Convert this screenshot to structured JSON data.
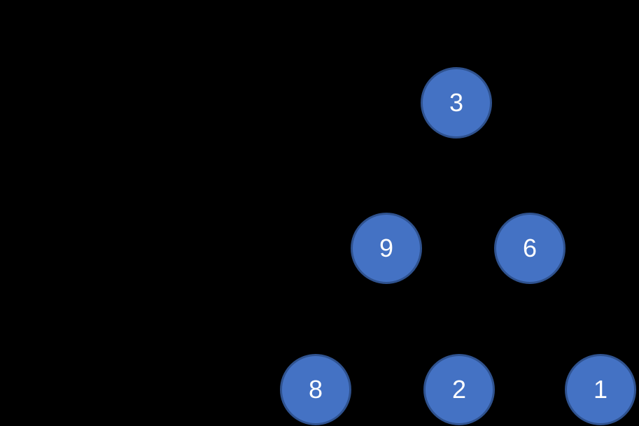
{
  "canvas": {
    "background_color": "#000000"
  },
  "tree": {
    "node_fill_color": "#4472C4",
    "node_border_color": "#2F528F",
    "node_text_color": "#FFFFFF",
    "nodes": [
      {
        "label": "3",
        "level": 0
      },
      {
        "label": "9",
        "level": 1
      },
      {
        "label": "6",
        "level": 1
      },
      {
        "label": "8",
        "level": 2
      },
      {
        "label": "2",
        "level": 2
      },
      {
        "label": "1",
        "level": 2
      }
    ]
  }
}
